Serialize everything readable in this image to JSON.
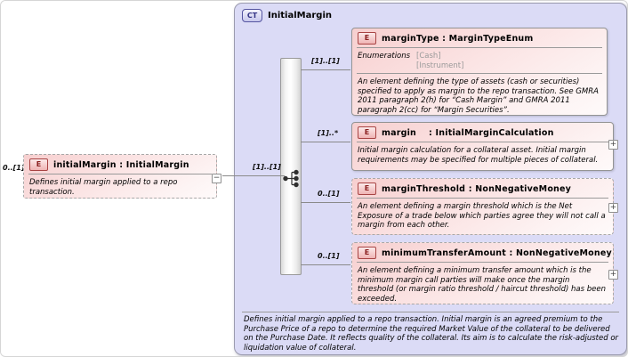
{
  "glyphs": {
    "collapse": "−",
    "expand": "+"
  },
  "root_element": {
    "occurrence": "0..[1]",
    "kind_badge": "E",
    "title": "initialMargin : InitialMargin",
    "annotation": "Defines initial margin applied to a repo transaction."
  },
  "complex_type": {
    "kind_badge": "CT",
    "name": "InitialMargin",
    "incoming_cardinality": "[1]..[1]",
    "annotation": "Defines initial margin applied to a repo transaction. Initial margin is an agreed premium to the Purchase Price of a repo to determine the required Market Value of the collateral to be delivered on the Purchase Date. It reflects quality of the collateral. Its aim is to calculate the risk-adjusted or liquidation value of collateral.",
    "children": [
      {
        "cardinality": "[1]..[1]",
        "kind_badge": "E",
        "title": "marginType : MarginTypeEnum",
        "enumerations_label": "Enumerations",
        "enumerations": [
          "[Cash]",
          "[Instrument]"
        ],
        "annotation": "An element defining the type of assets (cash or securities) specified to apply as margin to the repo transaction. See GMRA 2011 paragraph 2(h) for “Cash Margin” and GMRA 2011 paragraph 2(cc) for “Margin Securities”."
      },
      {
        "cardinality": "[1]..*",
        "kind_badge": "E",
        "title": "margin    : InitialMarginCalculation",
        "annotation": "Initial margin calculation for a collateral asset. Initial margin requirements may be specified for multiple pieces of collateral."
      },
      {
        "cardinality": "0..[1]",
        "kind_badge": "E",
        "title": "marginThreshold : NonNegativeMoney",
        "annotation": "An element defining a margin threshold which is the Net Exposure of a trade below which parties agree they will not call a margin from each other."
      },
      {
        "cardinality": "0..[1]",
        "kind_badge": "E",
        "title": "minimumTransferAmount : NonNegativeMoney",
        "annotation": "An element defining a minimum transfer amount which is the minimum margin call parties will make once the margin threshold (or margin ratio threshold / haircut threshold) has been exceeded."
      }
    ]
  }
}
